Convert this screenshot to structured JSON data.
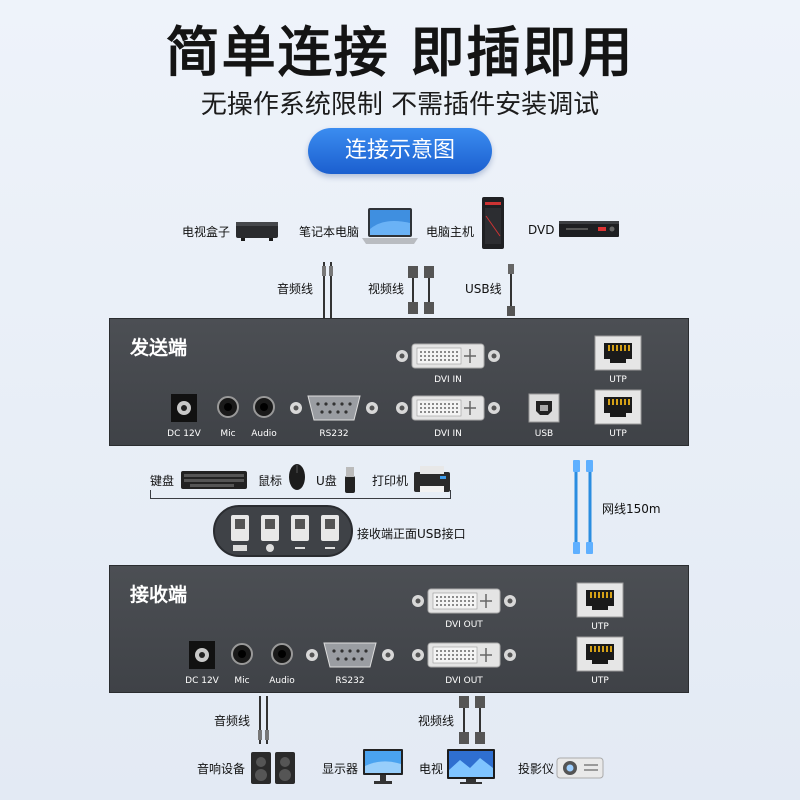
{
  "header": {
    "title": "简单连接 即插即用",
    "subtitle": "无操作系统限制 不需插件安装调试",
    "badge": "连接示意图"
  },
  "sources": {
    "tv_box": "电视盒子",
    "laptop": "笔记本电脑",
    "pc_host": "电脑主机",
    "dvd": "DVD"
  },
  "cables_top": {
    "audio": "音频线",
    "video": "视频线",
    "usb": "USB线"
  },
  "sender": {
    "title": "发送端",
    "ports": {
      "dc": "DC 12V",
      "mic": "Mic",
      "audio": "Audio",
      "rs232": "RS232",
      "dvi_in_top": "DVI IN",
      "dvi_in_bottom": "DVI IN",
      "usb": "USB",
      "utp_top": "UTP",
      "utp_bottom": "UTP"
    }
  },
  "peripherals": {
    "keyboard": "键盘",
    "mouse": "鼠标",
    "udisk": "U盘",
    "printer": "打印机",
    "usb_panel_note": "接收端正面USB接口"
  },
  "network_cable": "网线150m",
  "receiver": {
    "title": "接收端",
    "ports": {
      "dc": "DC 12V",
      "mic": "Mic",
      "audio": "Audio",
      "rs232": "RS232",
      "dvi_out_top": "DVI OUT",
      "dvi_out_bottom": "DVI OUT",
      "utp_top": "UTP",
      "utp_bottom": "UTP"
    }
  },
  "cables_bottom": {
    "audio": "音频线",
    "video": "视频线"
  },
  "outputs": {
    "speaker": "音响设备",
    "monitor": "显示器",
    "tv": "电视",
    "projector": "投影仪"
  },
  "colors": {
    "accent": "#1b5fcf",
    "panel": "#45484d",
    "network": "#2a8de0"
  }
}
